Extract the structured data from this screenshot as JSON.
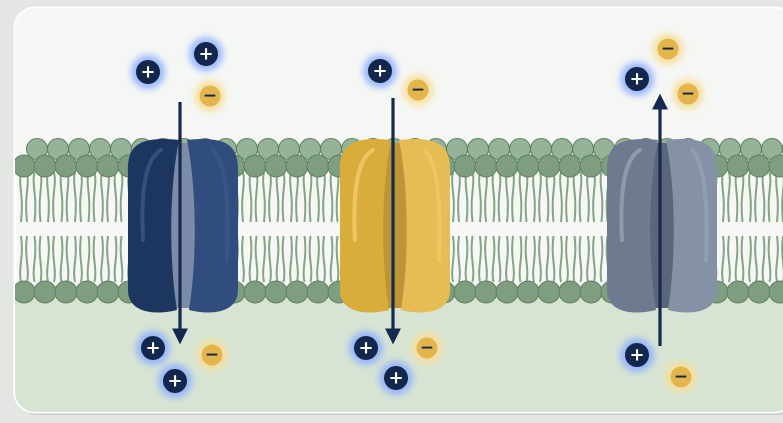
{
  "palette": {
    "frame_bg": "#f7f8f6",
    "cytoplasm": "#d7e4d3",
    "lipid_head": "#7f9e80",
    "lipid_head_stroke": "#5f7f62",
    "lipid_tail": "#84a486",
    "cation": "#13264c",
    "cation_glow": "#8fb0ff",
    "anion": "#e5b54d",
    "anion_glow": "#f7de9a",
    "arrow": "#15294f"
  },
  "ion_signs": {
    "cation": "+",
    "anion": "−"
  },
  "channels": [
    {
      "name": "cation-channel",
      "colors": {
        "outer": "#1d365f",
        "inner": "#314d7d",
        "pore": "#7c8ba8",
        "highlight": "#3b5889"
      },
      "flow": "inward",
      "ions_outside": [
        "cation",
        "cation",
        "anion"
      ],
      "ions_inside": [
        "cation",
        "anion",
        "cation"
      ]
    },
    {
      "name": "anion-channel",
      "colors": {
        "outer": "#d9ad3c",
        "inner": "#e6bd55",
        "pore": "#bd9436",
        "highlight": "#f0cc6d"
      },
      "flow": "inward",
      "ions_outside": [
        "cation",
        "anion"
      ],
      "ions_inside": [
        "cation",
        "anion",
        "cation"
      ]
    },
    {
      "name": "neutral-channel",
      "colors": {
        "outer": "#6e7a90",
        "inner": "#8491a7",
        "pore": "#5c6679",
        "highlight": "#97a3b8"
      },
      "flow": "outward",
      "ions_outside": [
        "anion",
        "cation",
        "anion"
      ],
      "ions_inside": [
        "cation",
        "anion"
      ]
    }
  ]
}
